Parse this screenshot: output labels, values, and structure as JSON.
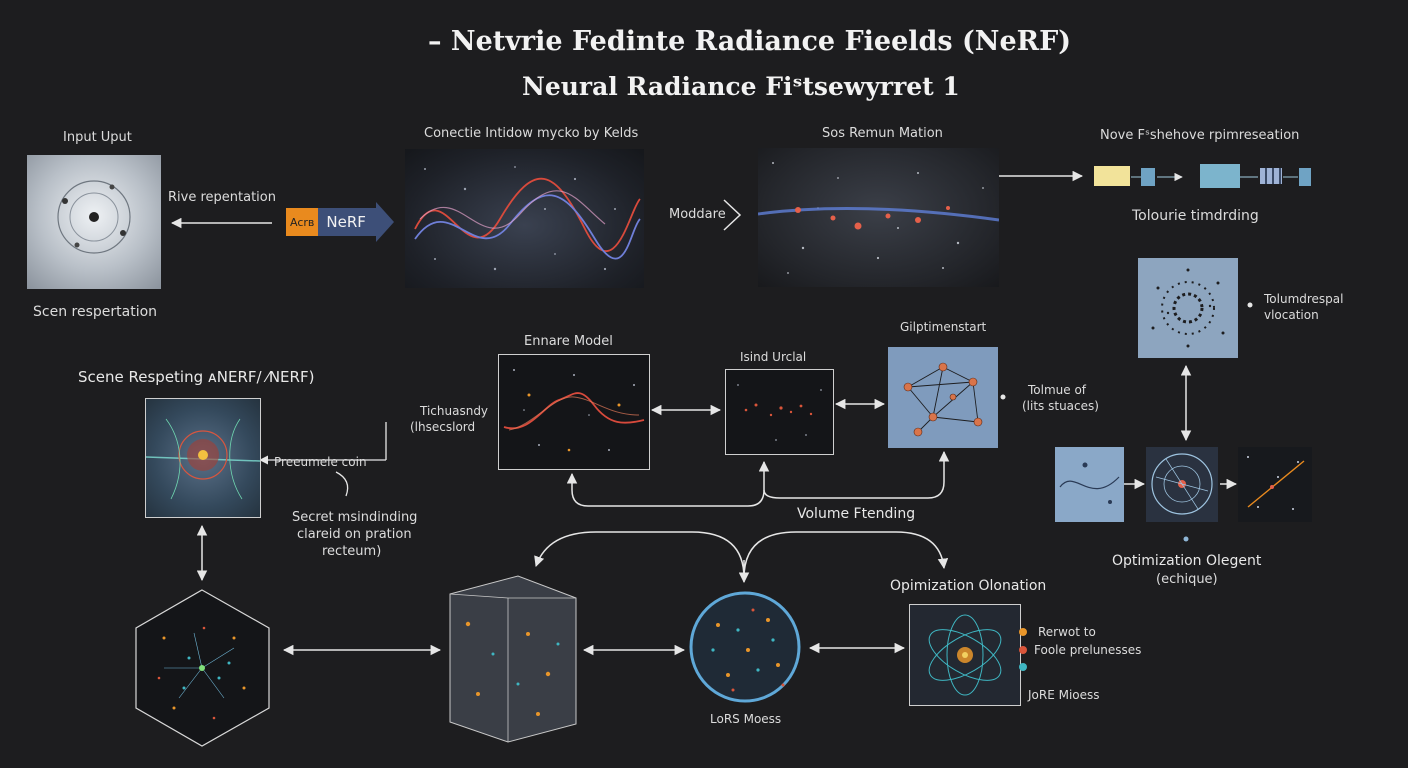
{
  "header": {
    "title": "– Netvrie Fedinte Radiance Fieelds (NeRF)",
    "subtitle": "Neural Radiance Fiˢtsewyrret 1"
  },
  "row1": {
    "input_label": "Input Uput",
    "scene_rep_label": "Scen respertation",
    "rive_label": "Rive repentation",
    "nerf_tag_small": "Acrв",
    "nerf_tag_main": "NeRF",
    "wave_panel_label": "Conectie Intidow mycko by Kelds",
    "moddare_label": "Moddare",
    "stars_panel_label": "Sos Remun Mation",
    "pipeline_label": "Nove Fˢshehove rpimreseation",
    "tolourie_label": "Tolourie timdrding"
  },
  "right": {
    "dots_panel_label_1": "Tolumdrespal",
    "dots_panel_label_2": "vlocation",
    "optimization_label_1": "Optimization Olegent",
    "optimization_label_2": "(echique)"
  },
  "row2": {
    "scene_respeting_label": "Scene Respeting ᴀNERF/ ⁄NERF)",
    "preeumele_label": "Preeumele coin",
    "secret_label_1": "Secret msindinding",
    "secret_label_2": "clareid on pration",
    "secret_label_3": "recteum)",
    "ennare_label": "Ennare Model",
    "tichuasndy_1": "Tichuasndy",
    "tichuasndy_2": "(lhsecslord",
    "isind_label": "Isind Urclal",
    "gilp_label": "Gilptimenstart",
    "tolmue_1": "Tolmue of",
    "tolmue_2": "(lits stuaces)",
    "volume_label": "Volume Ftending"
  },
  "row3": {
    "opimization_label": "Opimization Olonation",
    "lors_label": "LoRS Moess",
    "legend_items": [
      "Rerwot to",
      "Foole prelunesses",
      ""
    ],
    "jore_label": "JoRE Mioess"
  },
  "colors": {
    "background": "#1d1d1f",
    "accent_orange": "#e98a1e",
    "accent_blue": "#3d4f78",
    "legend_orange": "#e9962a",
    "legend_red": "#d9553a",
    "legend_teal": "#3fb6c2",
    "panel_light": "#7f9bbd"
  }
}
